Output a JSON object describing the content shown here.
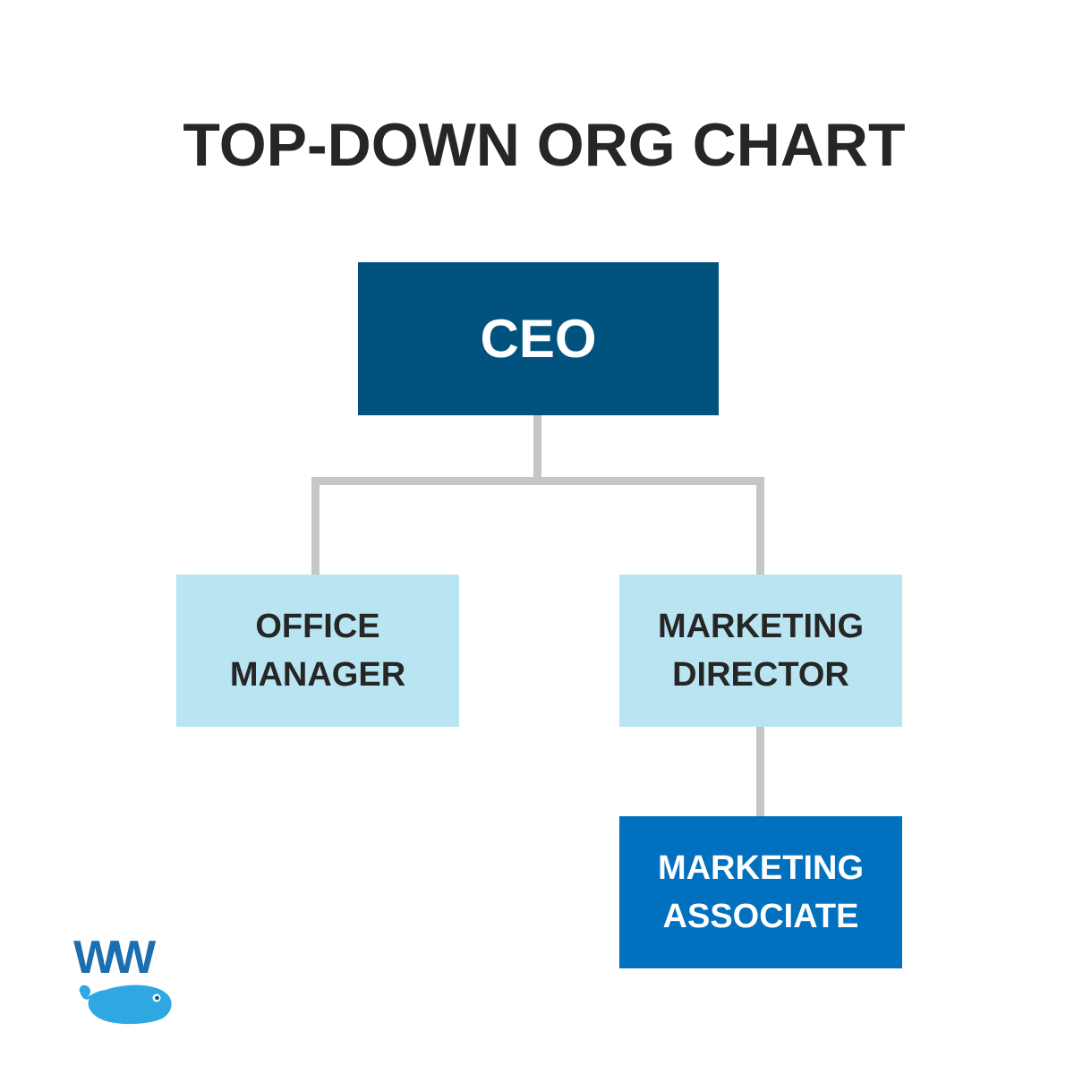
{
  "title": "TOP-DOWN ORG CHART",
  "colors": {
    "title_text": "#262626",
    "connector": "#c6c6c6",
    "dark_box": "#02527f",
    "light_box": "#b8e5f1",
    "mid_box": "#0170bf",
    "light_text": "#262626",
    "dark_text": "#ffffff",
    "logo_blue": "#2fa7e0",
    "logo_dark": "#1b6fb0"
  },
  "nodes": {
    "ceo": {
      "label": "CEO"
    },
    "office_manager": {
      "label": "OFFICE\nMANAGER"
    },
    "marketing_director": {
      "label": "MARKETING\nDIRECTOR"
    },
    "marketing_associate": {
      "label": "MARKETING\nASSOCIATE"
    }
  },
  "logo": {
    "icon": "whale-logo-icon",
    "text": "WW"
  }
}
